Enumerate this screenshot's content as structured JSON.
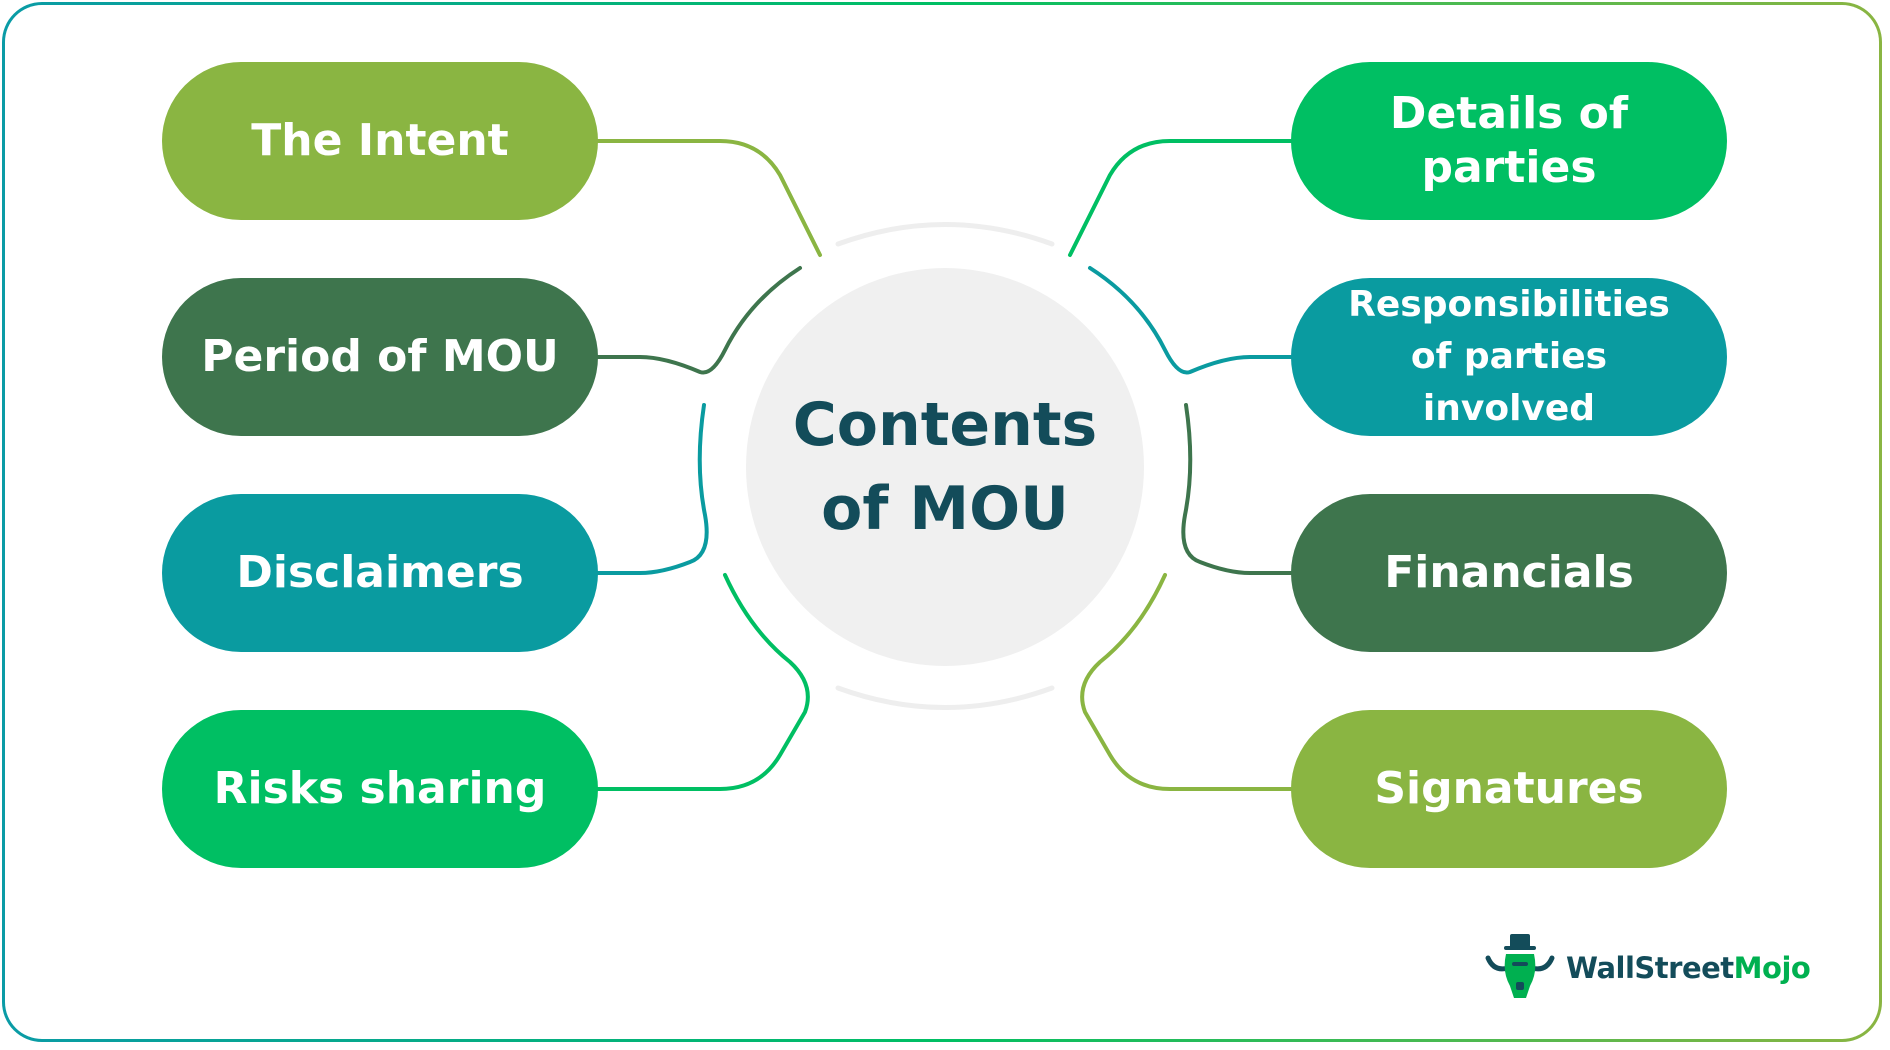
{
  "diagram": {
    "center_title": "Contents of MOU",
    "left_items": [
      {
        "label": "The Intent",
        "color": "#8ab542"
      },
      {
        "label": "Period of MOU",
        "color": "#3e754d"
      },
      {
        "label": "Disclaimers",
        "color": "#0a9ba0"
      },
      {
        "label": "Risks sharing",
        "color": "#00bf63"
      }
    ],
    "right_items": [
      {
        "label": "Details of parties",
        "color": "#00bf63"
      },
      {
        "label": "Responsibilities of parties involved",
        "color": "#0a9ba0"
      },
      {
        "label": "Financials",
        "color": "#3e754d"
      },
      {
        "label": "Signatures",
        "color": "#8ab542"
      }
    ]
  },
  "brand": {
    "name_part1": "WallStreet",
    "name_part2": "Mojo",
    "icon": "bull-mascot-icon"
  },
  "colors": {
    "title": "#134c5a",
    "center_fill": "#f0f0f0",
    "frame_gradient": [
      "#0a9ba6",
      "#00bf63",
      "#8ab542"
    ]
  }
}
